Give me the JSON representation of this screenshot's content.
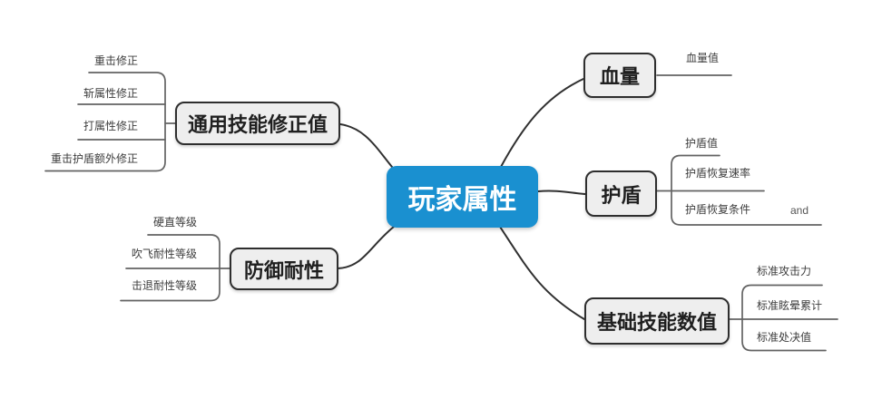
{
  "mindmap": {
    "central": {
      "label": "玩家属性"
    },
    "branches": [
      {
        "label": "通用技能修正值",
        "children": [
          {
            "label": "重击修正"
          },
          {
            "label": "斩属性修正"
          },
          {
            "label": "打属性修正"
          },
          {
            "label": "重击护盾额外修正"
          }
        ]
      },
      {
        "label": "防御耐性",
        "children": [
          {
            "label": "硬直等级"
          },
          {
            "label": "吹飞耐性等级"
          },
          {
            "label": "击退耐性等级"
          }
        ]
      },
      {
        "label": "血量",
        "children": [
          {
            "label": "血量值"
          }
        ]
      },
      {
        "label": "护盾",
        "children": [
          {
            "label": "护盾值"
          },
          {
            "label": "护盾恢复速率"
          },
          {
            "label": "护盾恢复条件",
            "tag": "and"
          }
        ]
      },
      {
        "label": "基础技能数值",
        "children": [
          {
            "label": "标准攻击力"
          },
          {
            "label": "标准眩晕累计"
          },
          {
            "label": "标准处决值"
          }
        ]
      }
    ],
    "colors": {
      "central_fill": "#1a90d0",
      "central_text": "#ffffff",
      "topic_fill": "#eeeeee",
      "topic_border": "#2e2e2e",
      "connector_line": "#303030",
      "leaf_line": "#636363",
      "background": "#ffffff"
    }
  }
}
